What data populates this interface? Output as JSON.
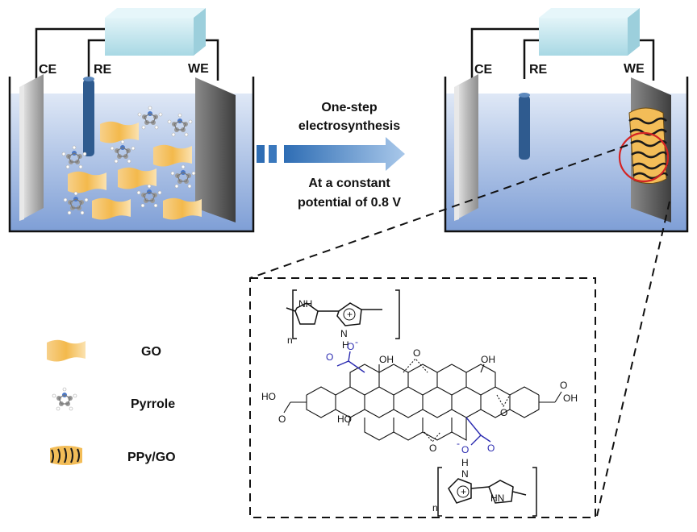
{
  "left_cell": {
    "ce": "CE",
    "re": "RE",
    "we": "WE"
  },
  "right_cell": {
    "ce": "CE",
    "re": "RE",
    "we": "WE"
  },
  "process": {
    "line1": "One-step",
    "line2": "electrosynthesis",
    "line3": "At a constant",
    "line4": "potential of 0.8 V"
  },
  "legend": [
    {
      "label": "GO",
      "icon": "go-sheet-icon"
    },
    {
      "label": "Pyrrole",
      "icon": "pyrrole-molecule-icon"
    },
    {
      "label": "PPy/GO",
      "icon": "ppy-go-icon"
    }
  ],
  "structure": {
    "nh_top": "NH",
    "n_top": "N",
    "h_top": "H",
    "plus": "+",
    "n_sub": "n",
    "oh1": "OH",
    "oh2": "OH",
    "o_epoxy1": "O",
    "o_epoxy2": "O",
    "o_epoxy3": "O",
    "ho_left": "HO",
    "ho_bottom": "HO",
    "oh_right": "OH",
    "o_left": "O",
    "o_right": "O",
    "coo_top_o": "O",
    "coo_top_ominus": "O",
    "coo_bot_o": "O",
    "coo_bot_ominus": "O",
    "minus": "-",
    "h_bottom": "H",
    "n_bottom": "N",
    "hn_bottom": "HN"
  },
  "colors": {
    "solution_top": "#c9d8ef",
    "solution_bottom": "#7f9fd6",
    "electrode_light": "#c9c9c9",
    "electrode_dark": "#555555",
    "power_box": "#bfe4ec",
    "arrow": "#4f86c6",
    "go_yellow": "#f5c66a",
    "highlight_ring": "#d42424",
    "carboxyl_blue": "#2b2bb0"
  }
}
